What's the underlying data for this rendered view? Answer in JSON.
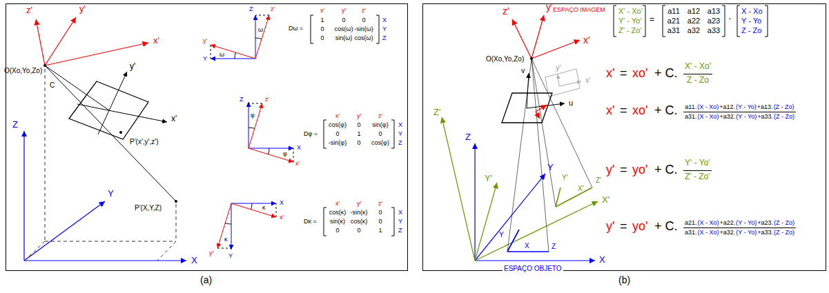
{
  "diagram": {
    "labels": [
      "z'",
      "y'",
      "x'",
      "O(Xo,Yo,Zo)",
      "C",
      "y'",
      "x'",
      "P'(x',y',z')",
      "Z",
      "Y",
      "X",
      "P'(X,Y,Z)",
      "y'",
      "Z",
      "z'",
      "Y",
      "ω",
      "ω",
      "Dω =",
      "x'",
      "y'",
      "z'",
      "1",
      "0",
      "0",
      "0",
      "cos(ω)",
      "-sin(ω)",
      "0",
      "sin(ω)",
      "cos(ω)",
      "X",
      "Y",
      "Z",
      "Z",
      "z'",
      "X",
      "x'",
      "φ",
      "φ",
      "Dφ =",
      "x'",
      "y'",
      "z'",
      "cos(φ)",
      "0",
      "sin(φ)",
      "0",
      "1",
      "0",
      "-sin(φ)",
      "0",
      "cos(φ)",
      "X",
      "Y",
      "Z",
      "X",
      "Y",
      "y'",
      "x'",
      "κ",
      "κ",
      "Dκ =",
      "x'",
      "y'",
      "z'",
      "cos(κ)",
      "-sin(κ)",
      "0",
      "sin(κ)",
      "cos(κ)",
      "0",
      "0",
      "0",
      "1",
      "X",
      "Y",
      "Z",
      "(a)",
      "z'",
      "y'",
      "ESPAÇO IMAGEM",
      "x'",
      "O(Xo,Yo,Zo)",
      "v",
      "u",
      "y'",
      "x'",
      "Z'",
      "Z",
      "Y'",
      "Y",
      "X'",
      "X",
      "Y",
      "X",
      "Z",
      "Y'",
      "X'",
      "Z'",
      "ESPAÇO OBJETO",
      "X' - Xo'",
      "Y' - Yo'",
      "Z' - Zo'",
      "=",
      "a11",
      "a12",
      "a13",
      "a21",
      "a22",
      "a23",
      "a31",
      "a32",
      "a33",
      "·",
      "X - Xo",
      "Y - Yo",
      "Z - Zo",
      "x'",
      "=",
      "xo'",
      "+ C.",
      "X' - Xo'",
      "Z - Zo",
      "x'",
      "=",
      "xo'",
      "+ C.",
      "a11.",
      "(X - Xo)",
      "+a12.",
      "(Y - Yo)",
      "+a13.",
      "(Z - Zo)",
      "a31.",
      "(X - Xo)",
      "+a32.",
      "(Y - Yo)",
      "+a33.",
      "(Z - Zo)",
      "y'",
      "=",
      "yo'",
      "+ C.",
      "Y' - Yo'",
      "Z' - Zo'",
      "y'",
      "=",
      "yo'",
      "+ C.",
      "a21.",
      "(X - Xo)",
      "+a22.",
      "(Y - Yo)",
      "+a23.",
      "(Z - Zo)",
      "a31.",
      "(X - Xo)",
      "+a32.",
      "(Y - Yo)",
      "+a33.",
      "(Z - Zo)",
      "(b)"
    ]
  }
}
